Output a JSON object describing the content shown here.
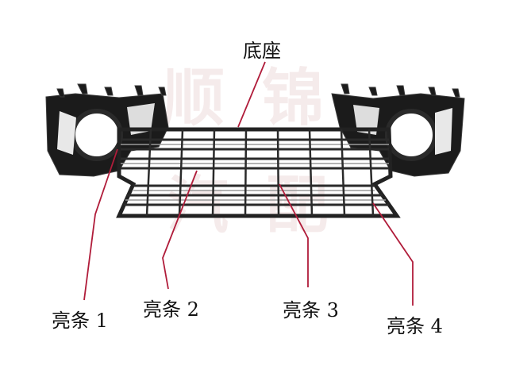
{
  "labels": {
    "base": "底座",
    "strip1": "亮条 1",
    "strip2": "亮条 2",
    "strip3": "亮条 3",
    "strip4": "亮条 4"
  },
  "colors": {
    "part": "#1b1b1b",
    "part_edge": "#3a3a3a",
    "leader_line": "#b01c3a",
    "text": "#111111",
    "watermark": "#e9d3d3"
  },
  "watermark": "顺 锦"
}
